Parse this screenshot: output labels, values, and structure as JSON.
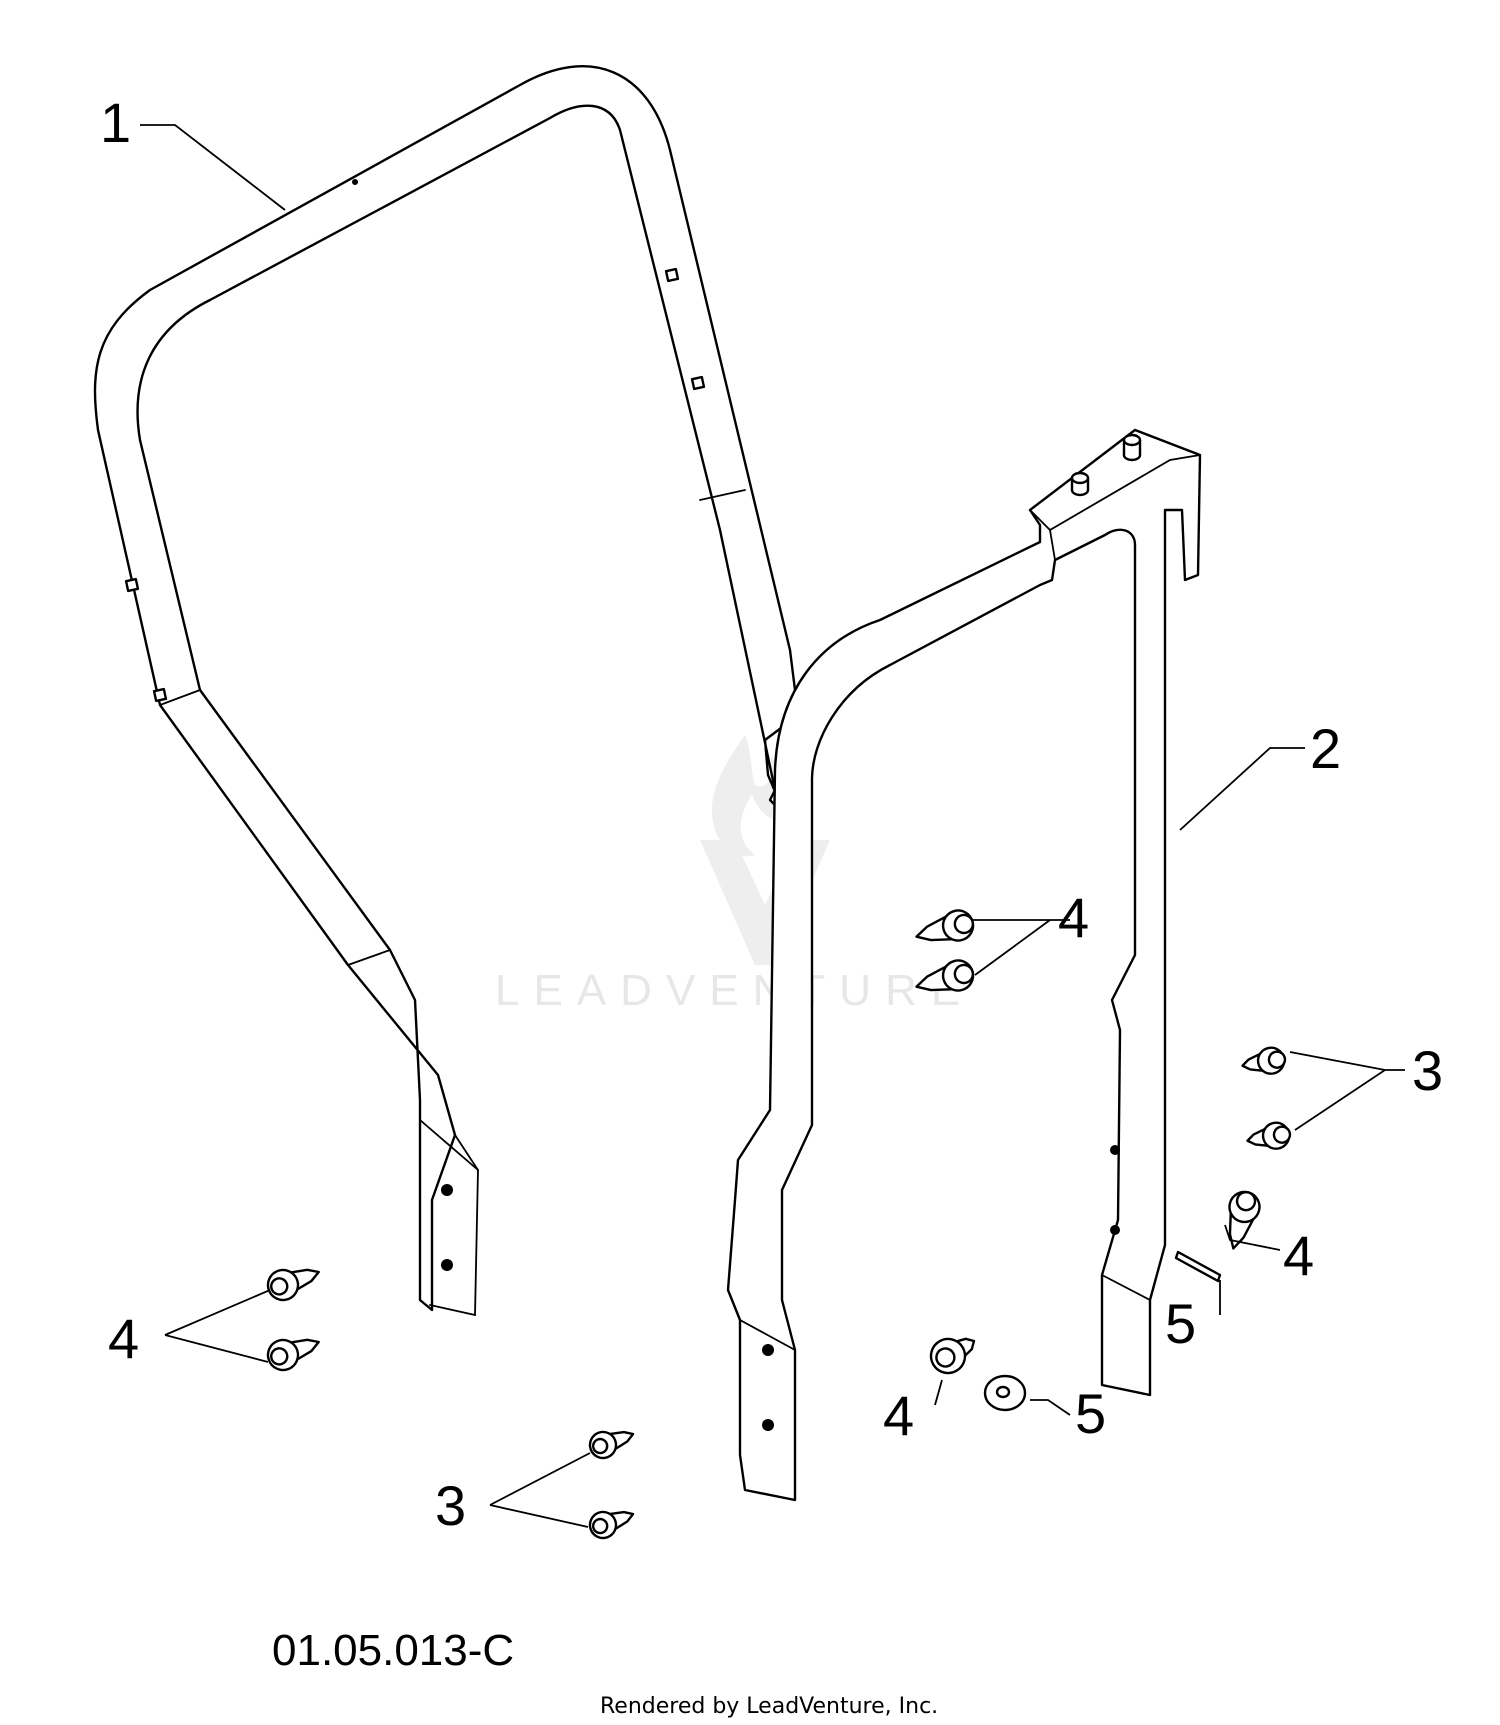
{
  "callouts": {
    "c1": "1",
    "c2": "2",
    "c3_right": "3",
    "c3_bottom": "3",
    "c4_middle": "4",
    "c4_right": "4",
    "c4_left": "4",
    "c4_bottom": "4",
    "c5_right": "5",
    "c5_bottom": "5"
  },
  "diagram_code": "01.05.013-C",
  "credit": "Rendered by LeadVenture, Inc.",
  "watermark": "LEADVENTURE"
}
